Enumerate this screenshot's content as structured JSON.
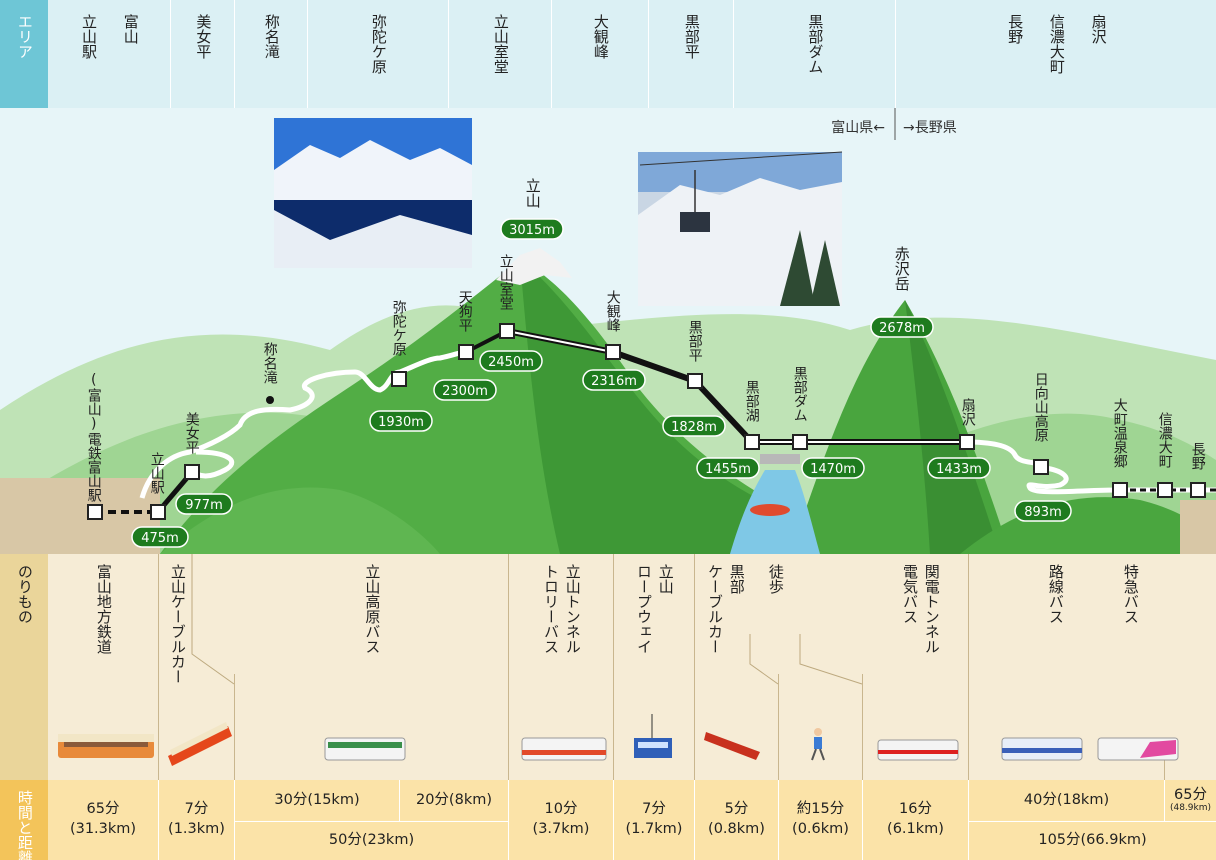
{
  "area": {
    "row_label": "エリア",
    "columns": [
      {
        "names": [
          "立山駅",
          "富山"
        ]
      },
      {
        "names": [
          "美女平"
        ]
      },
      {
        "names": [
          "称名滝"
        ]
      },
      {
        "names": [
          "弥陀ケ原"
        ]
      },
      {
        "names": [
          "立山室堂"
        ]
      },
      {
        "names": [
          "大観峰"
        ]
      },
      {
        "names": [
          "黒部平"
        ]
      },
      {
        "names": [
          "黒部ダム"
        ]
      },
      {
        "names": [
          "長野",
          "信濃大町",
          "扇沢"
        ]
      }
    ]
  },
  "prefecture_border": {
    "left": "富山県←",
    "right": "→長野県"
  },
  "peaks": [
    {
      "name": "立山",
      "elevation": "3015m"
    },
    {
      "name": "赤沢岳",
      "elevation": "2678m"
    }
  ],
  "stops": [
    {
      "name": "(富山)電鉄富山駅"
    },
    {
      "name": "立山駅",
      "elevation": "475m"
    },
    {
      "name": "美女平",
      "elevation": "977m"
    },
    {
      "name": "称名滝"
    },
    {
      "name": "弥陀ケ原",
      "elevation": "1930m"
    },
    {
      "name": "天狗平",
      "elevation": "2300m"
    },
    {
      "name": "立山室堂",
      "elevation": "2450m"
    },
    {
      "name": "大観峰",
      "elevation": "2316m"
    },
    {
      "name": "黒部平",
      "elevation": "1828m"
    },
    {
      "name": "黒部湖",
      "elevation": "1455m"
    },
    {
      "name": "黒部ダム",
      "elevation": "1470m"
    },
    {
      "name": "扇沢",
      "elevation": "1433m"
    },
    {
      "name": "日向山高原",
      "elevation": "893m"
    },
    {
      "name": "大町温泉郷"
    },
    {
      "name": "信濃大町"
    },
    {
      "name": "長野"
    }
  ],
  "vehicles": {
    "row_label": "のりもの",
    "items": [
      {
        "names": [
          "富山地方鉄道"
        ]
      },
      {
        "names": [
          "立山ケーブルカー"
        ]
      },
      {
        "names": [
          "立山高原バス"
        ]
      },
      {
        "names": [
          "トロリーバス",
          "立山トンネル"
        ]
      },
      {
        "names": [
          "ロープウェイ",
          "立山"
        ]
      },
      {
        "names": [
          "ケーブルカー",
          "黒部"
        ]
      },
      {
        "names": [
          "徒歩"
        ]
      },
      {
        "names": [
          "電気バス",
          "関電トンネル"
        ]
      },
      {
        "names": [
          "路線バス"
        ]
      },
      {
        "names": [
          "特急バス"
        ]
      }
    ]
  },
  "times": {
    "row_label": "時間と距離",
    "cells": [
      {
        "time": "65分",
        "dist": "(31.3km)"
      },
      {
        "time": "7分",
        "dist": "(1.3km)"
      },
      {
        "time": "30分(15km)",
        "dist": ""
      },
      {
        "time": "20分(8km)",
        "dist": ""
      },
      {
        "time": "50分(23km)",
        "dist": ""
      },
      {
        "time": "10分",
        "dist": "(3.7km)"
      },
      {
        "time": "7分",
        "dist": "(1.7km)"
      },
      {
        "time": "5分",
        "dist": "(0.8km)"
      },
      {
        "time": "約15分",
        "dist": "(0.6km)"
      },
      {
        "time": "16分",
        "dist": "(6.1km)"
      },
      {
        "time": "40分(18km)",
        "dist": ""
      },
      {
        "time": "65分",
        "dist": "(48.9km)"
      },
      {
        "time": "105分(66.9km)",
        "dist": ""
      }
    ]
  },
  "colors": {
    "area_bg": "#dbf0f4",
    "area_label_bg": "#6ec6d6",
    "sky": "#e7f5f8",
    "mountain_dark": "#49a53e",
    "mountain_light": "#8ed07f",
    "ground": "#d8c7a6",
    "vehicle_bg": "#f6ecd6",
    "vehicle_label_bg": "#ead59a",
    "time_bg": "#fbe3a8",
    "time_label_bg": "#f3c45a",
    "route": "#111111",
    "elevation_badge": "#1e7b1e"
  }
}
